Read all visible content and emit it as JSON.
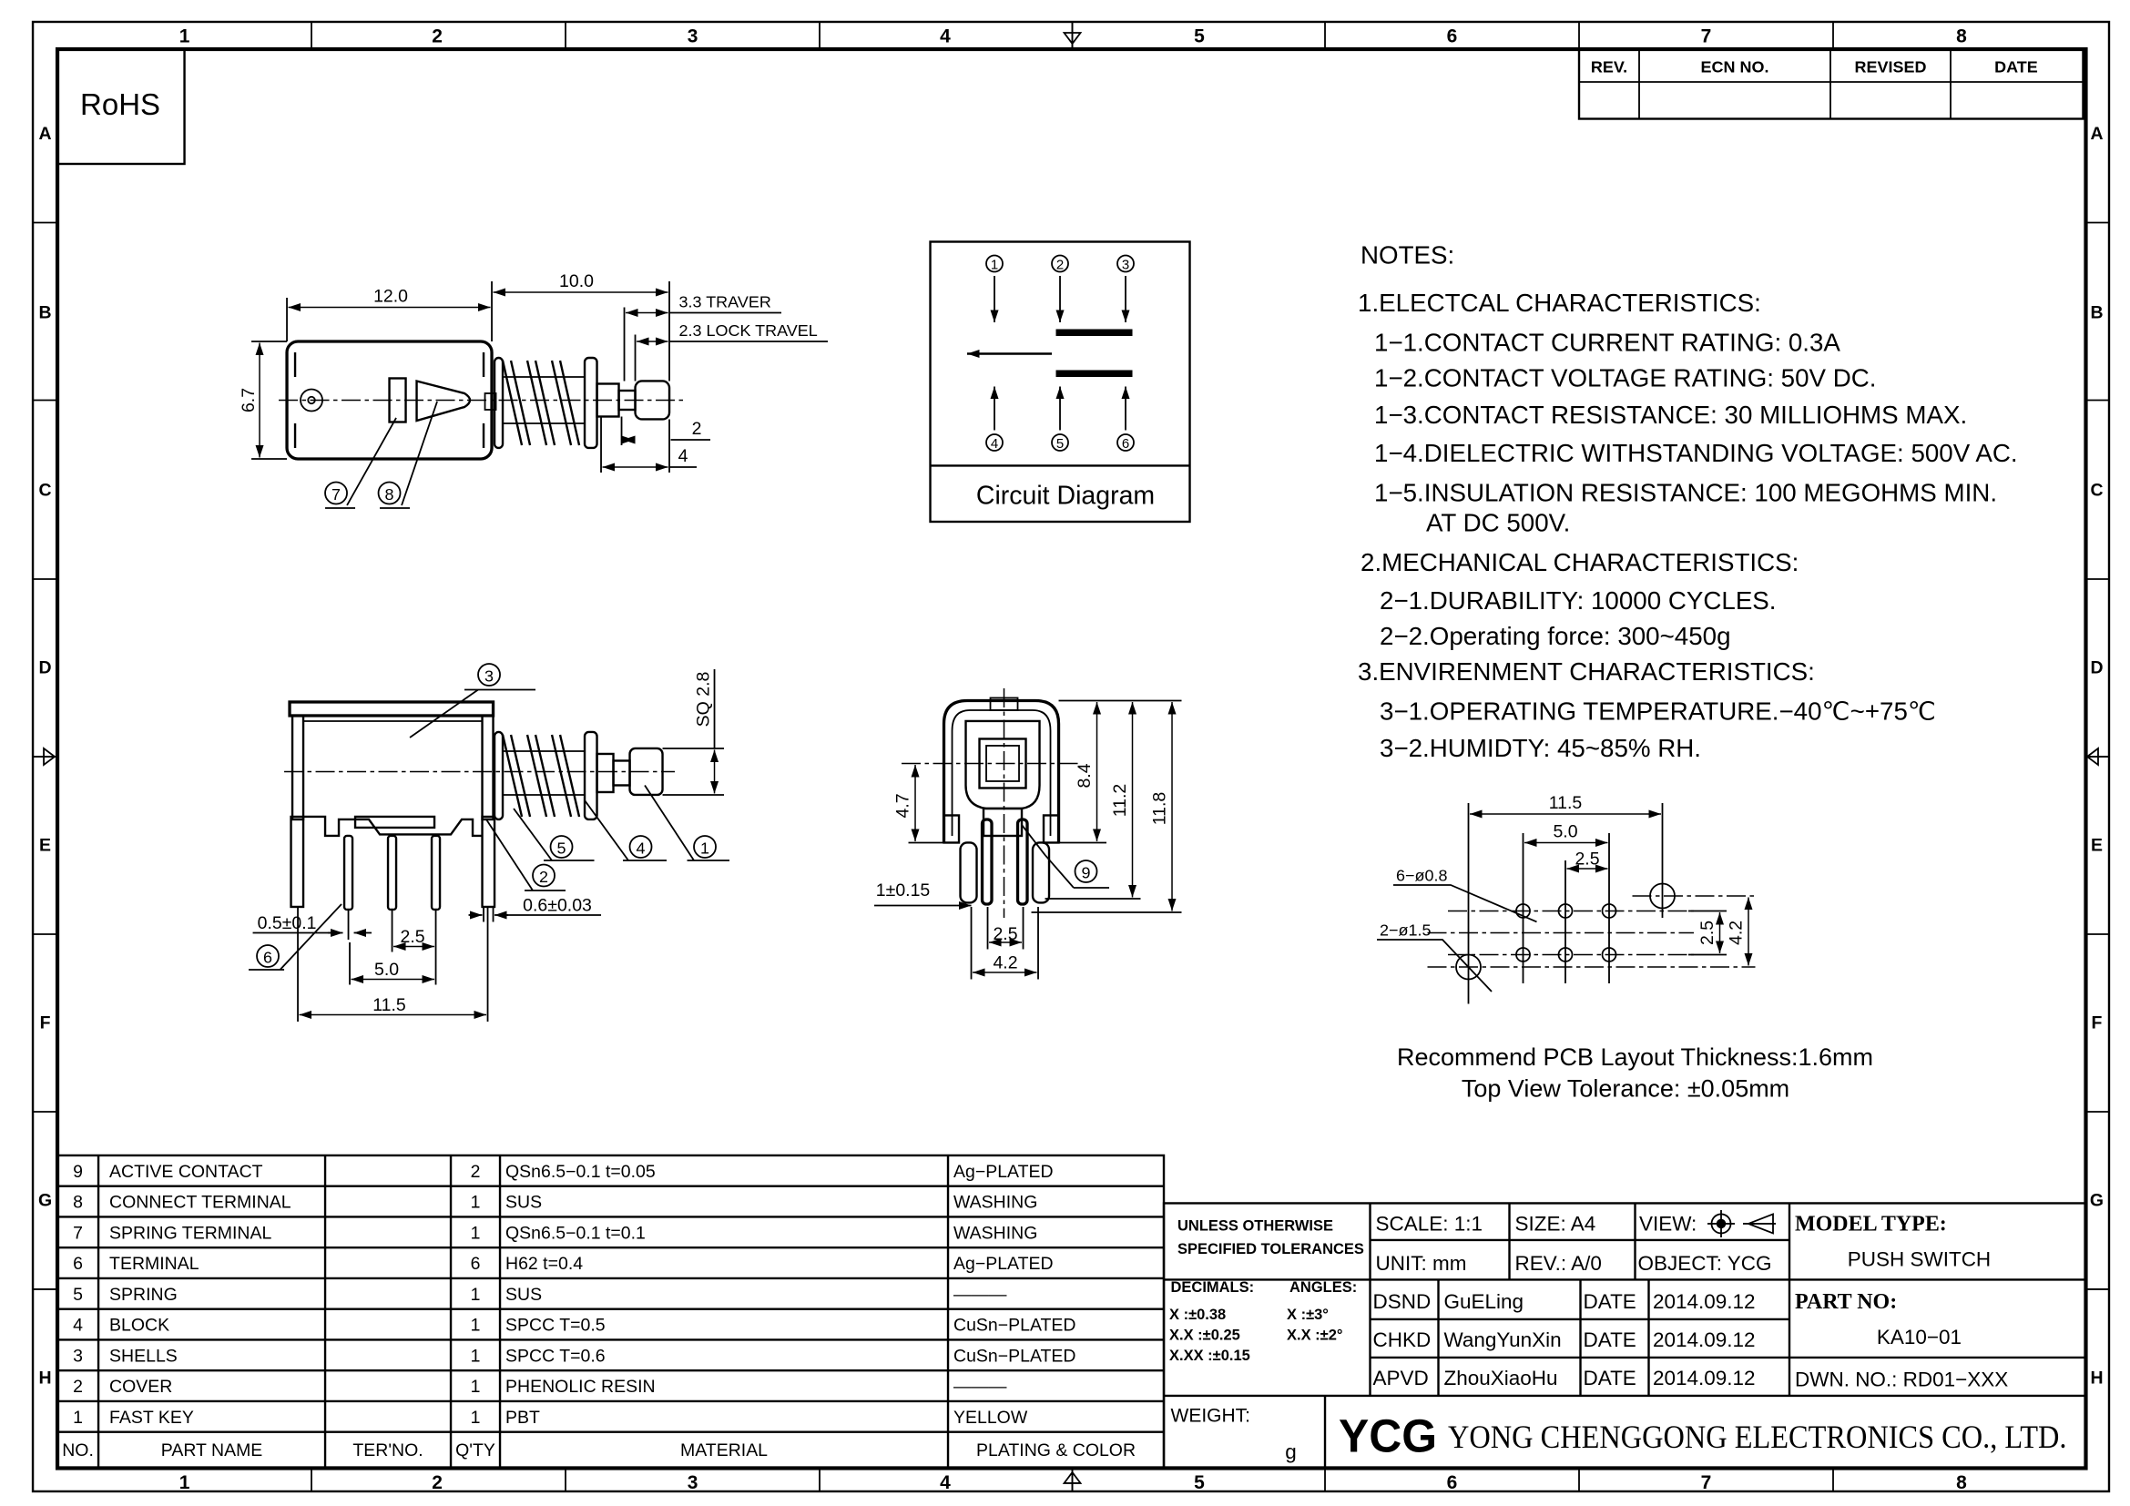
{
  "frame": {
    "columns": [
      "1",
      "2",
      "3",
      "4",
      "5",
      "6",
      "7",
      "8"
    ],
    "rows": [
      "A",
      "B",
      "C",
      "D",
      "E",
      "F",
      "G",
      "H"
    ]
  },
  "rohs_label": "RoHS",
  "revision_table": {
    "headers": [
      "REV.",
      "ECN NO.",
      "REVISED",
      "DATE"
    ]
  },
  "top_view": {
    "dim_body_length": "12.0",
    "dim_plunger_length": "10.0",
    "travel": "3.3 TRAVER",
    "lock_travel": "2.3 LOCK TRAVEL",
    "dim_height": "6.7",
    "dim_2": "2",
    "dim_4": "4",
    "balloons": [
      "7",
      "8"
    ]
  },
  "circuit": {
    "title": "Circuit Diagram",
    "terminals": [
      "1",
      "2",
      "3",
      "4",
      "5",
      "6"
    ]
  },
  "front_view": {
    "sq": "SQ 2.8",
    "pin_width": "0.5±0.1",
    "leg_width": "0.6±0.03",
    "pitch": "2.5",
    "span": "5.0",
    "width": "11.5",
    "balloons": [
      "3",
      "5",
      "4",
      "1",
      "2",
      "6"
    ]
  },
  "side_view": {
    "dim_4_7": "4.7",
    "dim_8_4": "8.4",
    "dim_11_2": "11.2",
    "dim_11_8": "11.8",
    "tolerance": "1±0.15",
    "pitch": "2.5",
    "width": "4.2",
    "balloon": "9"
  },
  "pcb": {
    "dim_11_5": "11.5",
    "dim_5_0": "5.0",
    "dim_2_5": "2.5",
    "dim_2_5_v": "2.5",
    "dim_4_2": "4.2",
    "holes_small": "6−ø0.8",
    "holes_large": "2−ø1.5",
    "caption_1": "Recommend PCB Layout Thickness:1.6mm",
    "caption_2": "Top View Tolerance: ±0.05mm"
  },
  "notes": {
    "lines": [
      "NOTES:",
      "1.ELECTCAL CHARACTERISTICS:",
      "1−1.CONTACT CURRENT RATING:   0.3A",
      "1−2.CONTACT VOLTAGE RATING: 50V DC.",
      "1−3.CONTACT RESISTANCE: 30 MILLIOHMS MAX.",
      "1−4.DIELECTRIC WITHSTANDING VOLTAGE: 500V AC.",
      "1−5.INSULATION RESISTANCE: 100 MEGOHMS MIN.",
      "AT DC 500V.",
      "2.MECHANICAL CHARACTERISTICS:",
      "2−1.DURABILITY: 10000 CYCLES.",
      "2−2.Operating force: 300~450g",
      "3.ENVIRENMENT CHARACTERISTICS:",
      "3−1.OPERATING TEMPERATURE.−40℃~+75℃",
      "3−2.HUMIDTY: 45~85% RH."
    ]
  },
  "bom": {
    "headers": [
      "NO.",
      "PART NAME",
      "TER'NO.",
      "Q'TY",
      "MATERIAL",
      "PLATING & COLOR"
    ],
    "rows": [
      [
        "9",
        "ACTIVE CONTACT",
        "",
        "2",
        "QSn6.5−0.1 t=0.05",
        "Ag−PLATED"
      ],
      [
        "8",
        "CONNECT TERMINAL",
        "",
        "1",
        "SUS",
        "WASHING"
      ],
      [
        "7",
        "SPRING TERMINAL",
        "",
        "1",
        "QSn6.5−0.1 t=0.1",
        "WASHING"
      ],
      [
        "6",
        "TERMINAL",
        "",
        "6",
        "H62 t=0.4",
        "Ag−PLATED"
      ],
      [
        "5",
        "SPRING",
        "",
        "1",
        "SUS",
        "———"
      ],
      [
        "4",
        "BLOCK",
        "",
        "1",
        "SPCC T=0.5",
        "CuSn−PLATED"
      ],
      [
        "3",
        "SHELLS",
        "",
        "1",
        "SPCC T=0.6",
        "CuSn−PLATED"
      ],
      [
        "2",
        "COVER",
        "",
        "1",
        "PHENOLIC RESIN",
        "———"
      ],
      [
        "1",
        "FAST KEY",
        "",
        "1",
        "PBT",
        "YELLOW"
      ]
    ]
  },
  "title_block": {
    "tolerance_title_1": "UNLESS OTHERWISE",
    "tolerance_title_2": "SPECIFIED TOLERANCES",
    "decimals_label": "DECIMALS:",
    "angles_label": "ANGLES:",
    "decimals": [
      "X    :±0.38",
      "X.X  :±0.25",
      "X.XX :±0.15"
    ],
    "angles": [
      "X  :±3°",
      "X.X :±2°"
    ],
    "scale": "SCALE:  1:1",
    "size": "SIZE:  A4",
    "view_label": "VIEW:",
    "unit": "UNIT:  mm",
    "rev": "REV.:  A/0",
    "object": "OBJECT:  YCG",
    "model_type_label": "MODEL TYPE:",
    "model_type": "PUSH SWITCH",
    "part_no_label": "PART NO:",
    "part_no": "KA10−01",
    "drawing_no": "DWN. NO.:  RD01−XXX",
    "signoffs": [
      {
        "role": "DSND",
        "name": "GuELing",
        "date_label": "DATE",
        "date": "2014.09.12"
      },
      {
        "role": "CHKD",
        "name": "WangYunXin",
        "date_label": "DATE",
        "date": "2014.09.12"
      },
      {
        "role": "APVD",
        "name": "ZhouXiaoHu",
        "date_label": "DATE",
        "date": "2014.09.12"
      }
    ],
    "weight_label": "WEIGHT:",
    "weight_unit": "g",
    "logo": "YCG",
    "company": "YONG CHENGGONG ELECTRONICS CO., LTD."
  }
}
